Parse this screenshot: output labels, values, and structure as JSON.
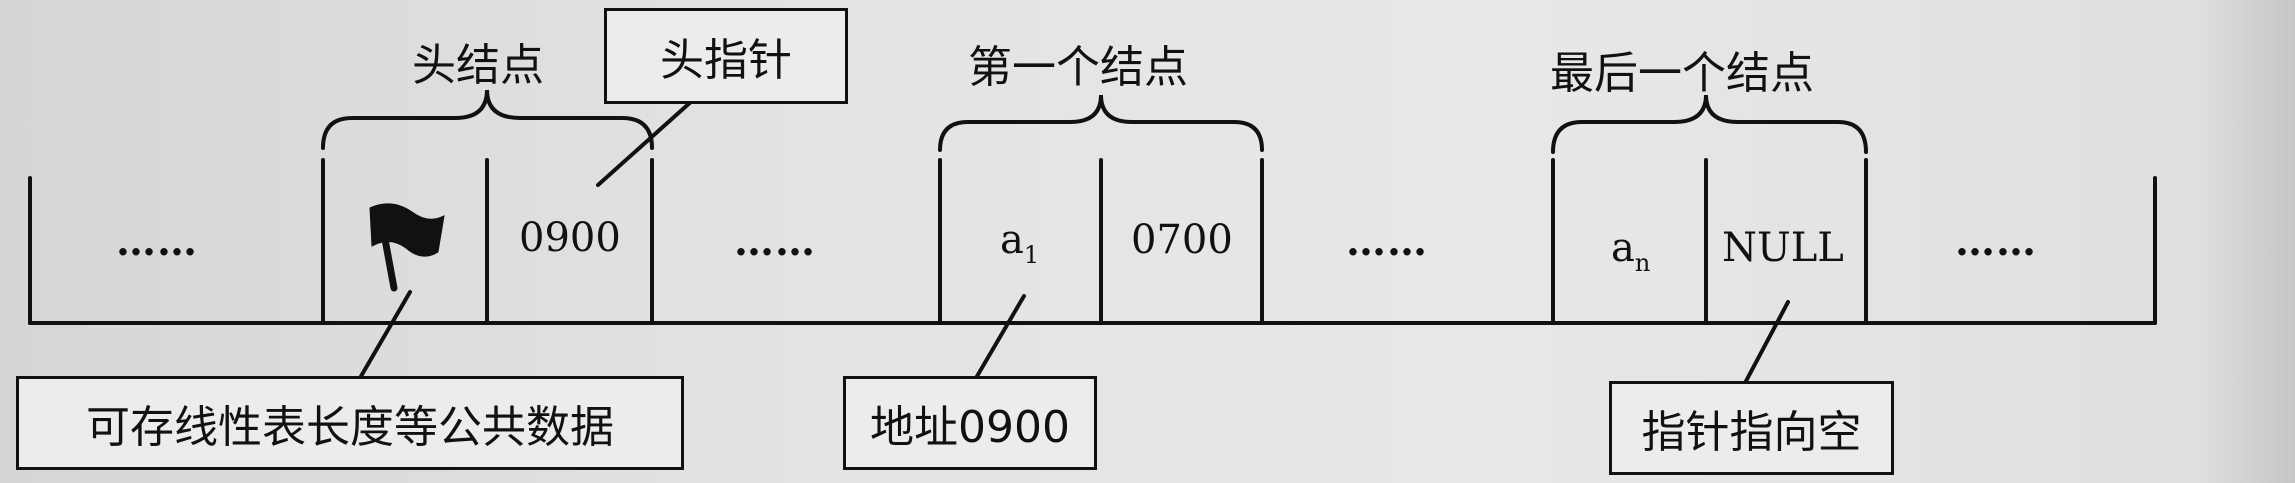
{
  "diagram": {
    "dots": "……",
    "head_node": {
      "title": "头结点",
      "pointer_value": "0900",
      "flag_icon": "flag-icon"
    },
    "first_node": {
      "title": "第一个结点",
      "data_main": "a",
      "data_sub": "1",
      "pointer_value": "0700"
    },
    "last_node": {
      "title": "最后一个结点",
      "data_main": "a",
      "data_sub": "n",
      "pointer_value": "NULL"
    },
    "callouts": {
      "head_pointer": "头指针",
      "head_data_note": "可存线性表长度等公共数据",
      "address_note": "地址0900",
      "null_note": "指针指向空"
    }
  }
}
